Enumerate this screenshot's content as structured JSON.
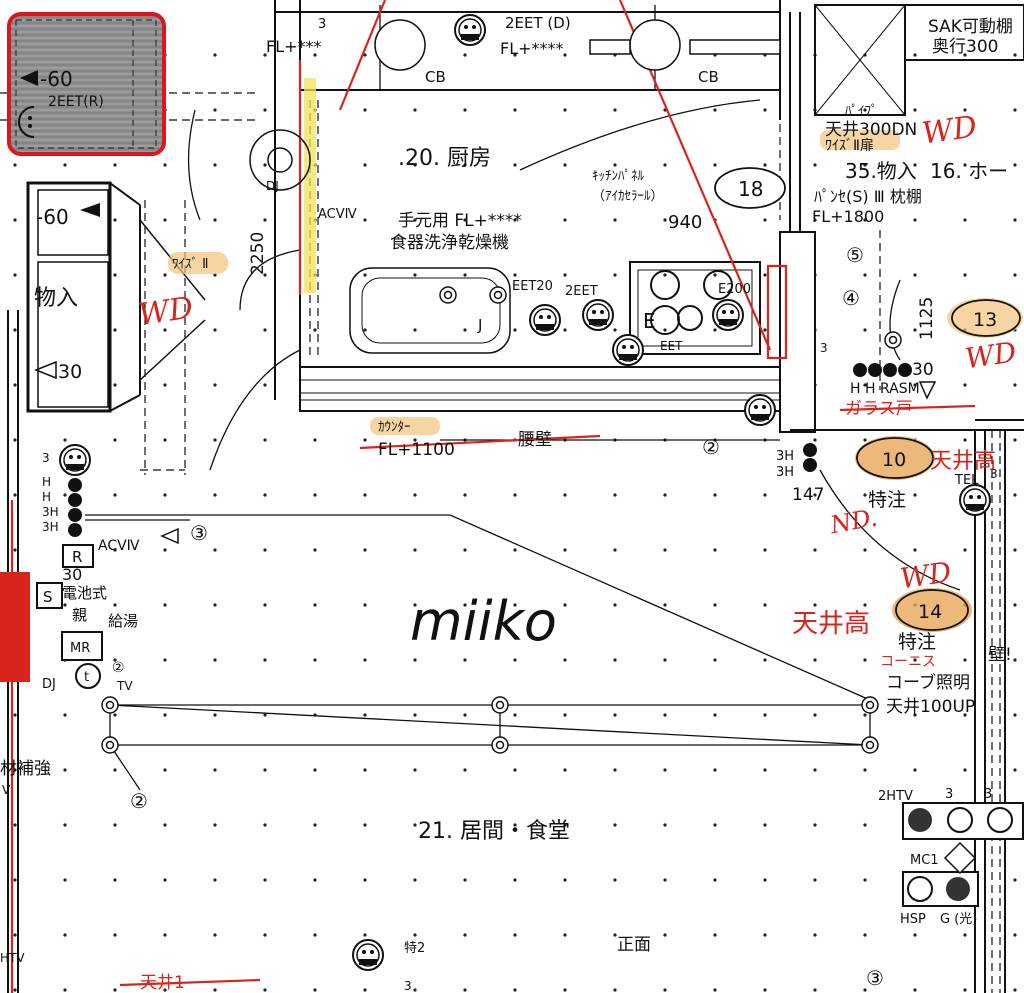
{
  "colors": {
    "line": "#111111",
    "red_markup": "#d9241c",
    "yellow_highlight": "#f2e25a",
    "orange_highlight": "#e8a85a",
    "callout_box": "#e0141c",
    "hatch_fill": "#9a9a9a"
  },
  "callout": {
    "level": "-60",
    "outlet": "2EET(R)"
  },
  "rooms": {
    "kitchen": ".20. 厨房",
    "living": "21. 居間・食堂",
    "storage_top": "35.物入",
    "storage_top_suffix": "16. ホー",
    "front": "正面",
    "wall_lbl": "壁!"
  },
  "labels": {
    "fl_top": "FL+***",
    "two_eet_d": "2EET (D)",
    "fl_top2": "FL+****",
    "cb1": "CB",
    "cb2": "CB",
    "sak": "SAK可動棚",
    "depth300": "奥行300",
    "pipe": "ﾊﾟｲﾌﾟ",
    "ceiling300": "天井300DN",
    "wise2_door": "ﾜｲｽﾞⅡ扉",
    "pansel": "ﾊﾟﾝｾ(S) Ⅲ  枕棚",
    "fl1800": "FL+1800",
    "kitchen_panel_1": "ｷｯﾁﾝﾊﾟﾈﾙ",
    "kitchen_panel_2": "（ｱｲｶｾﾗｰﾙ）",
    "w940": "940",
    "hand_fl": "手元用 FL+****",
    "dishwasher": "食器洗浄乾燥機",
    "acv_mid": "ACVⅣ",
    "wise2_left": "ﾜｲｽﾞ Ⅱ",
    "d2250": "2250",
    "minus60": "-60",
    "monoire": "物入",
    "d30": "30",
    "eet20": "EET20",
    "two_eet": "2EET",
    "e200": "E200",
    "e_big": "E",
    "eet": "EET",
    "j": "J",
    "counter": "ｶｳﾝﾀｰ",
    "fl1100": "FL+1100",
    "koshikabe": "腰壁",
    "d1125": "1125",
    "hh_rasm": "H H RASM",
    "d30b": "30",
    "three_a": "3",
    "three_b": "3",
    "three_c": "3",
    "three_h": "3H",
    "three_h2": "3H",
    "d147": "147",
    "tokuchu1": "特注",
    "tokuchu2": "特注",
    "tel": "TEL",
    "h1": "H",
    "h2": "H",
    "three_h_left": "3H",
    "three_h_left2": "3H",
    "acv_left": "ACVⅣ",
    "r_box": "R",
    "s_box": "S",
    "d30c": "30",
    "battery": "電池式",
    "oya": "親",
    "kyuto": "給湯",
    "mr": "MR",
    "dj": "DJ",
    "t": "t",
    "tv": "TV",
    "two_tv": "②",
    "kotei": "材補強",
    "kobu": "コーブ照明",
    "ceiling100": "天井100UP",
    "two_htv": "2HTV",
    "three_d": "3",
    "three_e": "3",
    "mc1": "MC1",
    "hsp": "HSP",
    "g_hikari": "G (光)",
    "toku2": "特2",
    "three_bottom": "3",
    "dj_top": "DJ",
    "d3_top": "3",
    "htv_left": "HTV",
    "v": "V"
  },
  "bubbles": {
    "b18": "18",
    "b13": "13",
    "b10": "10",
    "b14": "14"
  },
  "circled": {
    "c2_mid": "②",
    "c3_left": "③",
    "c5": "⑤",
    "c4": "④",
    "c2_bottom": "②",
    "c3_bottom": "③"
  },
  "annotations": {
    "wd1": "WD",
    "wd2": "WD",
    "wd3": "WD",
    "wd4": "WD",
    "nd": "ND.",
    "tenko1": "天井高",
    "tenko2": "天井高",
    "konisu": "コーニス",
    "garasu": "ガラス戸",
    "bottom_red": "天井1"
  },
  "logo": "miiko",
  "callout_icons": [
    "triangle-flag-icon",
    "outlet-icon"
  ],
  "symbols": [
    "downlight-icon",
    "outlet-icon",
    "switch-icon",
    "smoke-detector-icon"
  ]
}
